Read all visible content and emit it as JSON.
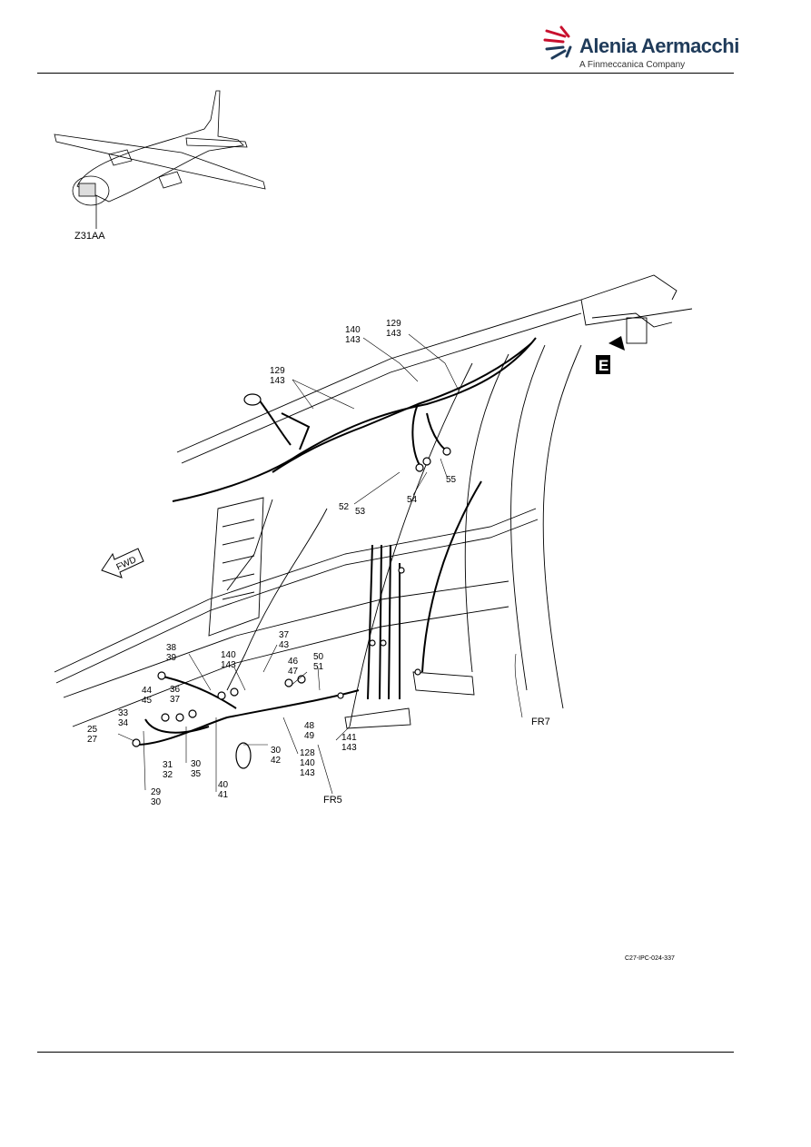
{
  "brand": {
    "name": "Alenia Aermacchi",
    "tagline": "A Finmeccanica Company",
    "mark_colors": [
      "#c8102e",
      "#1f3b5a"
    ]
  },
  "figure": {
    "zone_label": "Z31AA",
    "view_label": "E",
    "fwd_label": "FWD",
    "frame_labels": [
      "FR7",
      "FR5"
    ],
    "figure_id": "C27-IPC-024-337",
    "callouts": [
      "140\n143",
      "129\n143",
      "129\n143",
      "55",
      "54",
      "52",
      "53",
      "38\n39",
      "140\n143",
      "37\n43",
      "46\n47",
      "50\n51",
      "44\n45",
      "36\n37",
      "33\n34",
      "25\n27",
      "31\n32",
      "30\n35",
      "29\n30",
      "40\n41",
      "30\n42",
      "48\n49",
      "128\n140\n143",
      "141\n143"
    ]
  }
}
